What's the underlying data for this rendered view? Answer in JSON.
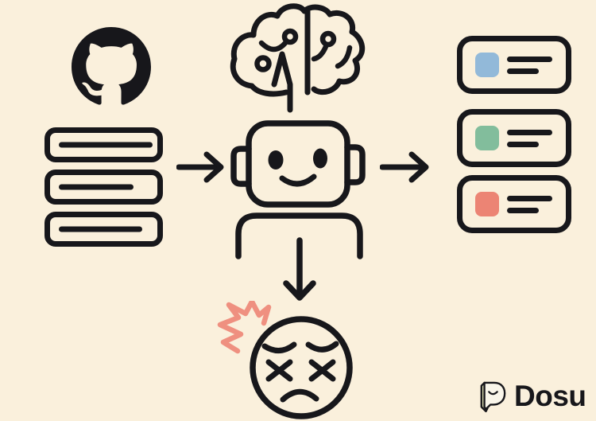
{
  "page": {
    "type": "illustration",
    "background": "#FAF0DC",
    "ink": "#17171B"
  },
  "brand": {
    "name": "Dosu",
    "icon": "dosu-book-smile-icon",
    "icon_spine_color": "#D5D7AE",
    "icon_page_color": "#FAF6EA",
    "wordmark_color": "#17171B"
  },
  "flow": {
    "source": {
      "icon": "github-icon",
      "list_row_count": 3
    },
    "agent": {
      "icons": [
        "brain-circuit-icon",
        "robot-icon"
      ]
    },
    "arrows": [
      {
        "direction": "right"
      },
      {
        "direction": "right"
      },
      {
        "direction": "down"
      }
    ],
    "output_cards": [
      {
        "accent": "#92B9D9"
      },
      {
        "accent": "#82BD9C"
      },
      {
        "accent": "#EC8474"
      }
    ],
    "frustration": {
      "icon": "weary-face-icon",
      "burst_color": "#EF9080"
    }
  }
}
